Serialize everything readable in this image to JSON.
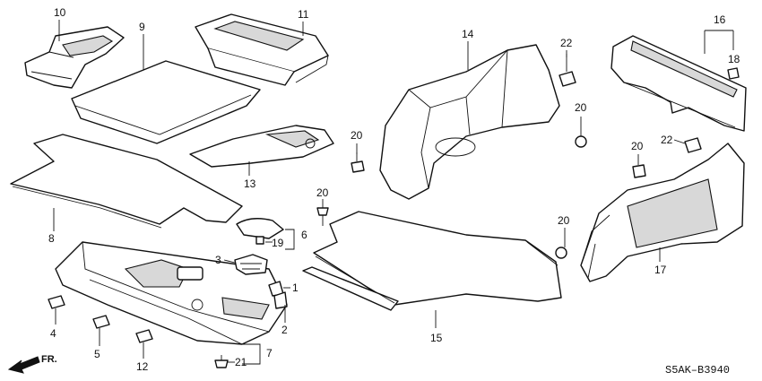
{
  "diagram": {
    "code": "S5AK–B3940",
    "direction_label": "FR.",
    "callouts": {
      "c1": "1",
      "c2": "2",
      "c3": "3",
      "c4": "4",
      "c5": "5",
      "c6": "6",
      "c7": "7",
      "c8": "8",
      "c9": "9",
      "c10": "10",
      "c11": "11",
      "c12": "12",
      "c13": "13",
      "c14": "14",
      "c15": "15",
      "c16": "16",
      "c17": "17",
      "c18": "18",
      "c19": "19",
      "c20a": "20",
      "c20b": "20",
      "c20c": "20",
      "c20d": "20",
      "c20e": "20",
      "c21": "21",
      "c22a": "22",
      "c22b": "22"
    }
  }
}
